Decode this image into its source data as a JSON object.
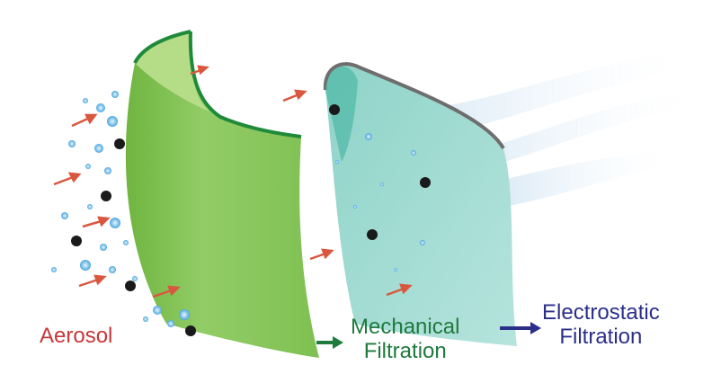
{
  "labels": {
    "aerosol": "Aerosol",
    "mechanical": "Mechanical\nFiltration",
    "mechanical_line1": "Mechanical",
    "mechanical_line2": "Filtration",
    "electrostatic_line1": "Electrostatic",
    "electrostatic_line2": "Filtration"
  },
  "colors": {
    "aerosol": "#c8373a",
    "mechanical": "#1f7a3e",
    "electrostatic": "#2b2f8a",
    "green_layer": "#8cc864",
    "green_edge": "#1f8a3a",
    "teal_layer": "#a8ddd6",
    "teal_edge": "#6e6e6e",
    "particle_water": "#6ab8e6",
    "particle_solid": "#1a1a1a",
    "flow_arrow": "#d9573f"
  }
}
